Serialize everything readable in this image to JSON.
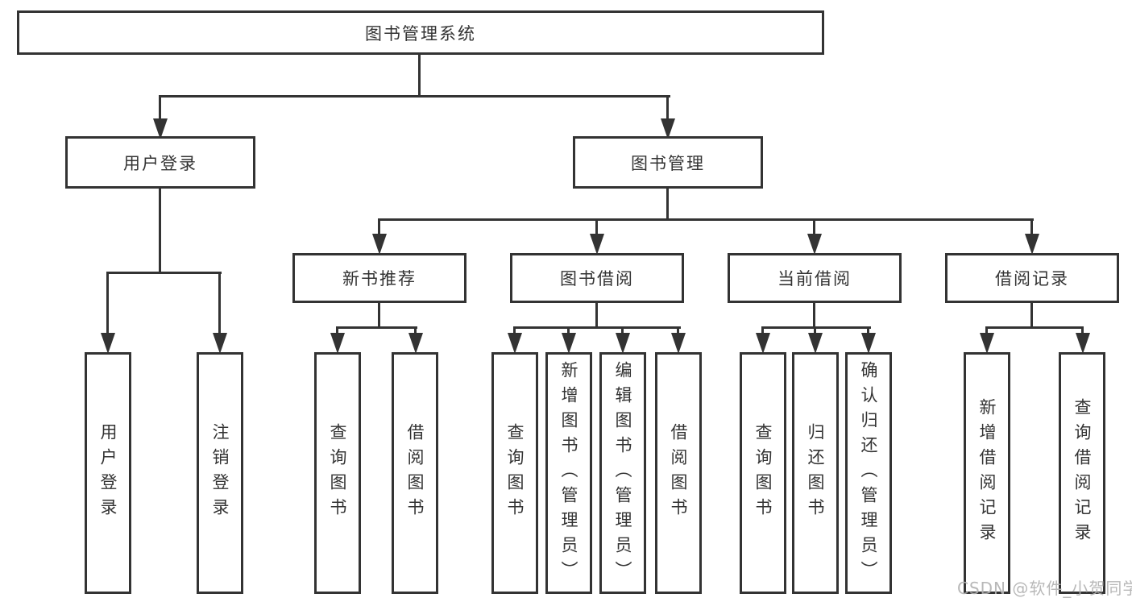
{
  "diagram": {
    "title": "图书管理系统",
    "level2": {
      "user_login": "用户登录",
      "book_management": "图书管理"
    },
    "level3": {
      "new_book_recommend": "新书推荐",
      "book_borrow": "图书借阅",
      "current_borrow": "当前借阅",
      "borrow_record": "借阅记录"
    },
    "leaves": {
      "user_login_leaf": "用户登录",
      "logout": "注销登录",
      "query_book_recommend": "查询图书",
      "borrow_book_recommend": "借阅图书",
      "query_book_borrow": "查询图书",
      "add_book_admin": "新增图书（管理员）",
      "edit_book_admin": "编辑图书（管理员）",
      "borrow_book_borrow": "借阅图书",
      "query_book_current": "查询图书",
      "return_book": "归还图书",
      "confirm_return_admin": "确认归还（管理员）",
      "add_borrow_record": "新增借阅记录",
      "query_borrow_record": "查询借阅记录"
    }
  },
  "watermark": "CSDN @软件_小贺同学",
  "colors": {
    "line": "#333333",
    "box_background": "#ffffff",
    "text": "#333333",
    "watermark": "#b2b2b2"
  }
}
